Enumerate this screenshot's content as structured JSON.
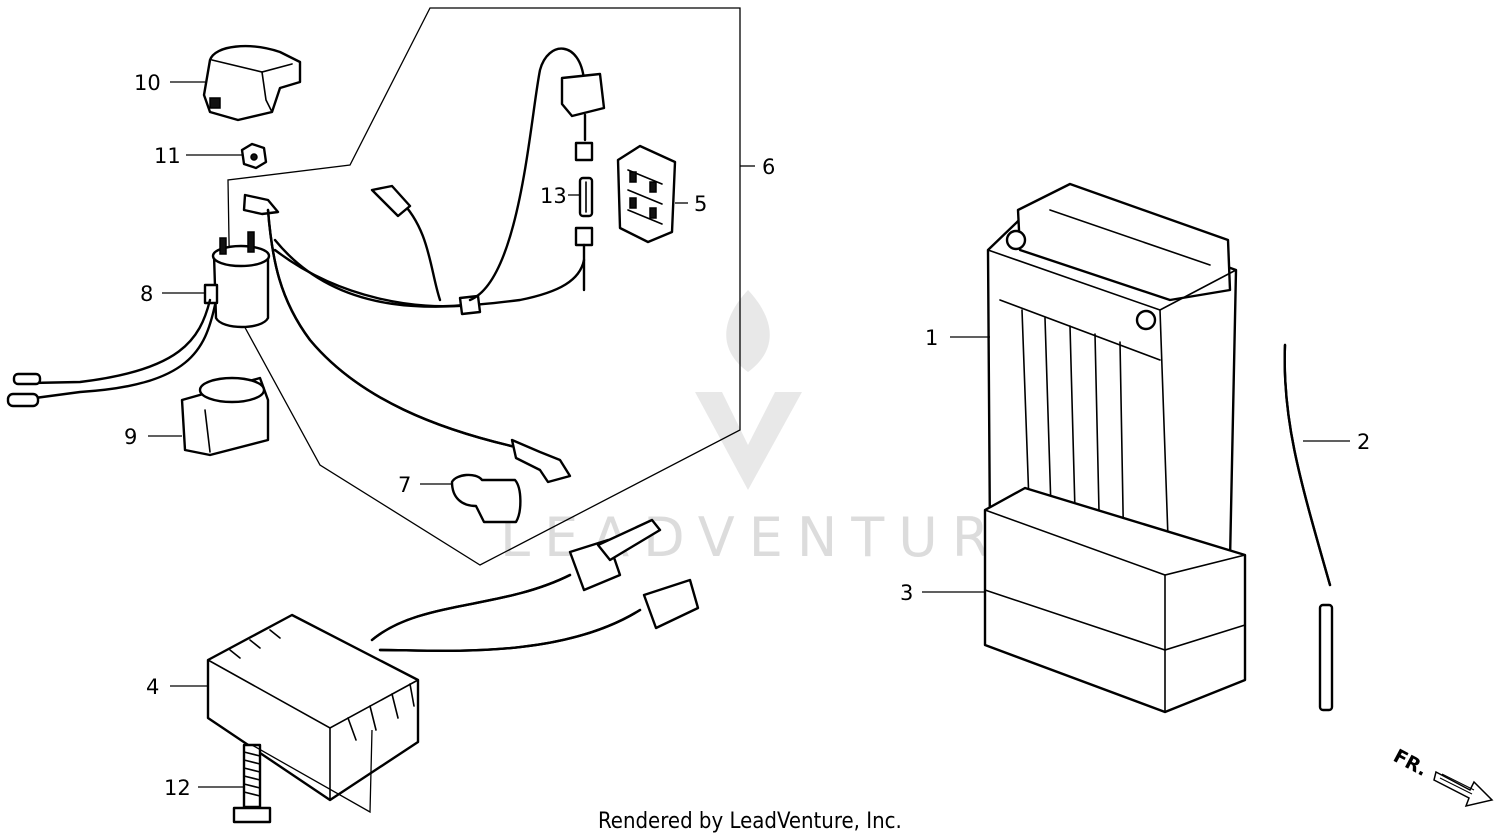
{
  "diagram": {
    "callouts": [
      {
        "id": "1",
        "label": "1"
      },
      {
        "id": "2",
        "label": "2"
      },
      {
        "id": "3",
        "label": "3"
      },
      {
        "id": "4",
        "label": "4"
      },
      {
        "id": "5",
        "label": "5"
      },
      {
        "id": "6",
        "label": "6"
      },
      {
        "id": "7",
        "label": "7"
      },
      {
        "id": "8",
        "label": "8"
      },
      {
        "id": "9",
        "label": "9"
      },
      {
        "id": "10",
        "label": "10"
      },
      {
        "id": "11",
        "label": "11"
      },
      {
        "id": "12",
        "label": "12"
      },
      {
        "id": "13",
        "label": "13"
      }
    ],
    "direction_label": "FR.",
    "watermark": "LEADVENTURE",
    "footer": "Rendered by LeadVenture, Inc."
  },
  "colors": {
    "line": "#000000",
    "background": "#ffffff",
    "watermark": "#d9d9d9"
  }
}
